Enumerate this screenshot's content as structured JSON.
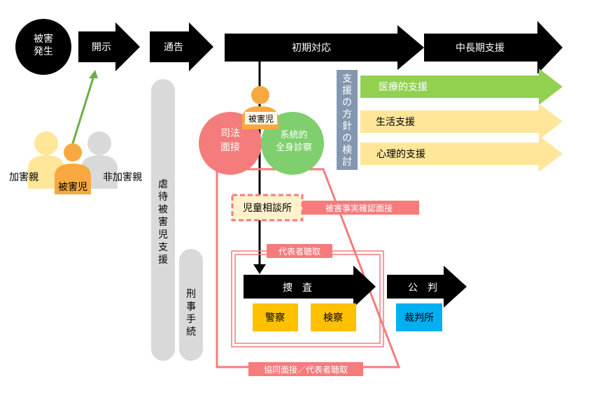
{
  "nodes": {
    "occurrence": "被害\n発生",
    "disclosure": "開示",
    "report": "通告",
    "initial": "初期対応",
    "longterm": "中長期支援",
    "policy": "支援の方針の検討",
    "medical": "医療的支援",
    "living": "生活支援",
    "psych": "心理的支援",
    "victim_top": "被害児",
    "judicial": "司法\n面接",
    "exam": "系統的\n全身診察",
    "offender_parent": "加害親",
    "victim_child": "被害児",
    "nonoffender_parent": "非加害親",
    "abuse_support": "虐待被害児支援",
    "criminal": "刑事手続",
    "consultation": "児童相談所",
    "fact_check": "被害事実確認面接",
    "representative": "代表者聴取",
    "investigation": "捜　査",
    "police": "警察",
    "prosecution": "検察",
    "trial": "公　判",
    "court": "裁判所",
    "joint": "協同面接／代表者聴取"
  },
  "colors": {
    "black": "#000000",
    "green": "#92d050",
    "yellow_light": "#ffe699",
    "orange": "#f7a940",
    "orange_dark": "#ffc000",
    "pink": "#f47c7c",
    "sage": "#7fcf6f",
    "gray": "#d9d9d9",
    "slate": "#8497b0",
    "blue": "#00b0f0",
    "pale_yellow": "#fff2cc"
  }
}
